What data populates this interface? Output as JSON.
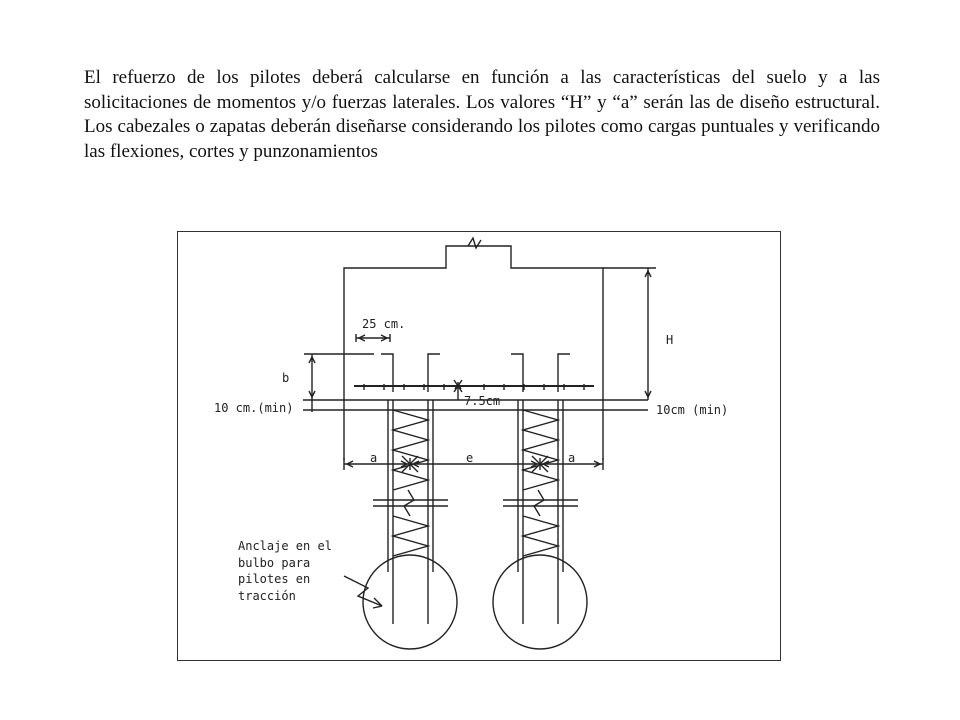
{
  "document": {
    "paragraph": "El refuerzo de los pilotes deberá calcularse en función a las características del suelo y a las solicitaciones de momentos y/o fuerzas laterales. Los valores “H” y “a” serán las de diseño estructural. Los cabezales o zapatas deberán diseñarse considerando los pilotes como cargas puntuales y verificando las flexiones, cortes y punzonamientos"
  },
  "figure": {
    "labels": {
      "width_25": "25 cm.",
      "h": "H",
      "b": "b",
      "min10_left": "10 cm.(min)",
      "cover": "7.5cm",
      "min10_right": "10cm (min)",
      "a_left": "a",
      "e": "e",
      "a_right": "a",
      "anchor_1": "Anclaje en el",
      "anchor_2": "bulbo para",
      "anchor_3": "pilotes en",
      "anchor_4": "tracción"
    }
  }
}
